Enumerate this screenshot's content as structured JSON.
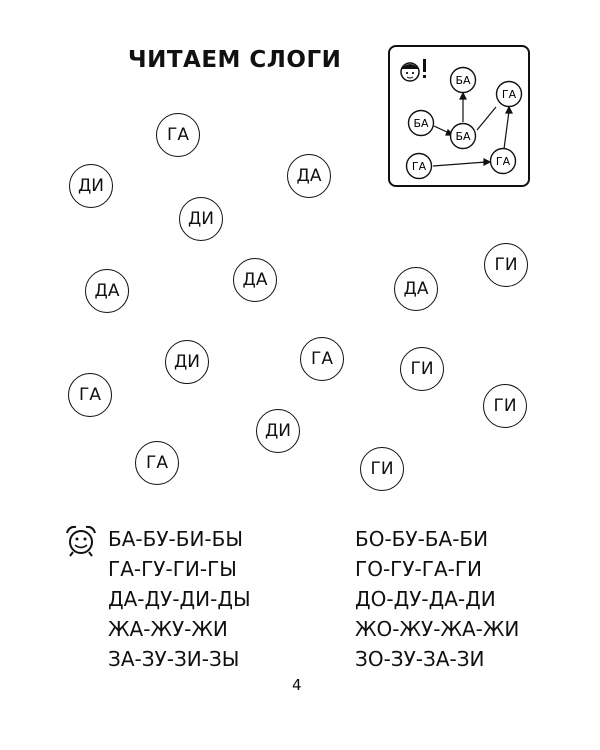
{
  "title": "ЧИТАЕМ СЛОГИ",
  "example": {
    "syllables": [
      "БА",
      "ГА",
      "БА",
      "БА",
      "ГА",
      "ГА"
    ],
    "icon": "child-face-exclamation-icon"
  },
  "syllable_circles": [
    "ГА",
    "ДИ",
    "ДА",
    "ДИ",
    "ДА",
    "ДА",
    "ДА",
    "ГИ",
    "ДИ",
    "ГА",
    "ГИ",
    "ГА",
    "ГИ",
    "ДИ",
    "ГА",
    "ГИ"
  ],
  "syllable_rows": {
    "left": [
      "БА-БУ-БИ-БЫ",
      "ГА-ГУ-ГИ-ГЫ",
      "ДА-ДУ-ДИ-ДЫ",
      "ЖА-ЖУ-ЖИ",
      "ЗА-ЗУ-ЗИ-ЗЫ"
    ],
    "right": [
      "БО-БУ-БА-БИ",
      "ГО-ГУ-ГА-ГИ",
      "ДО-ДУ-ДА-ДИ",
      "ЖО-ЖУ-ЖА-ЖИ",
      "ЗО-ЗУ-ЗА-ЗИ"
    ]
  },
  "alarm_icon": "alarm-clock-icon",
  "page_number": "4"
}
